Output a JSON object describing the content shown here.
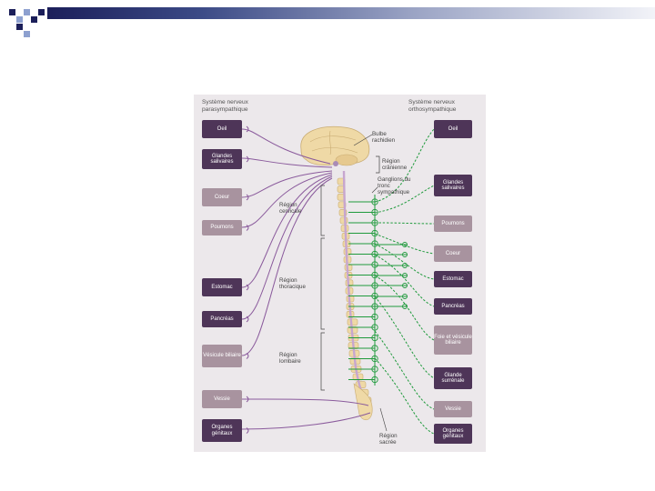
{
  "slide": {
    "accent_colors": {
      "navy": "#1c1f5a",
      "light_blue": "#8da0cf"
    }
  },
  "diagram": {
    "header_para": "Système nerveux parasympathique",
    "header_ortho": "Système nerveux orthosympathique",
    "colors": {
      "para_line": "#8a5a9c",
      "ortho_line": "#1f9a3c",
      "dark_box": "#4e3558",
      "light_box": "#a8939f",
      "bone": "#efd9a6"
    },
    "left_organs": [
      {
        "label": "Oeil",
        "tone": "dark"
      },
      {
        "label": "Glandes salivaires",
        "tone": "dark"
      },
      {
        "label": "Coeur",
        "tone": "light"
      },
      {
        "label": "Poumons",
        "tone": "light"
      },
      {
        "label": "Estomac",
        "tone": "dark"
      },
      {
        "label": "Pancréas",
        "tone": "dark"
      },
      {
        "label": "Vésicule biliaire",
        "tone": "light"
      },
      {
        "label": "Vessie",
        "tone": "light"
      },
      {
        "label": "Organes génitaux",
        "tone": "dark"
      }
    ],
    "right_organs": [
      {
        "label": "Oeil",
        "tone": "dark"
      },
      {
        "label": "Glandes salivaires",
        "tone": "dark"
      },
      {
        "label": "Poumons",
        "tone": "light"
      },
      {
        "label": "Coeur",
        "tone": "light"
      },
      {
        "label": "Estomac",
        "tone": "dark"
      },
      {
        "label": "Pancréas",
        "tone": "dark"
      },
      {
        "label": "Foie et vésicule biliaire",
        "tone": "light"
      },
      {
        "label": "Glande surrénale",
        "tone": "dark"
      },
      {
        "label": "Vessie",
        "tone": "light"
      },
      {
        "label": "Organes génitaux",
        "tone": "dark"
      }
    ],
    "labels": {
      "bulbe": "Bulbe rachidien",
      "cranienne": "Région crânienne",
      "ganglions": "Ganglions du tronc sympathique",
      "cervicale": "Région cervicale",
      "thoracique": "Région thoracique",
      "lombaire": "Région lombaire",
      "sacree": "Région sacrée"
    }
  }
}
